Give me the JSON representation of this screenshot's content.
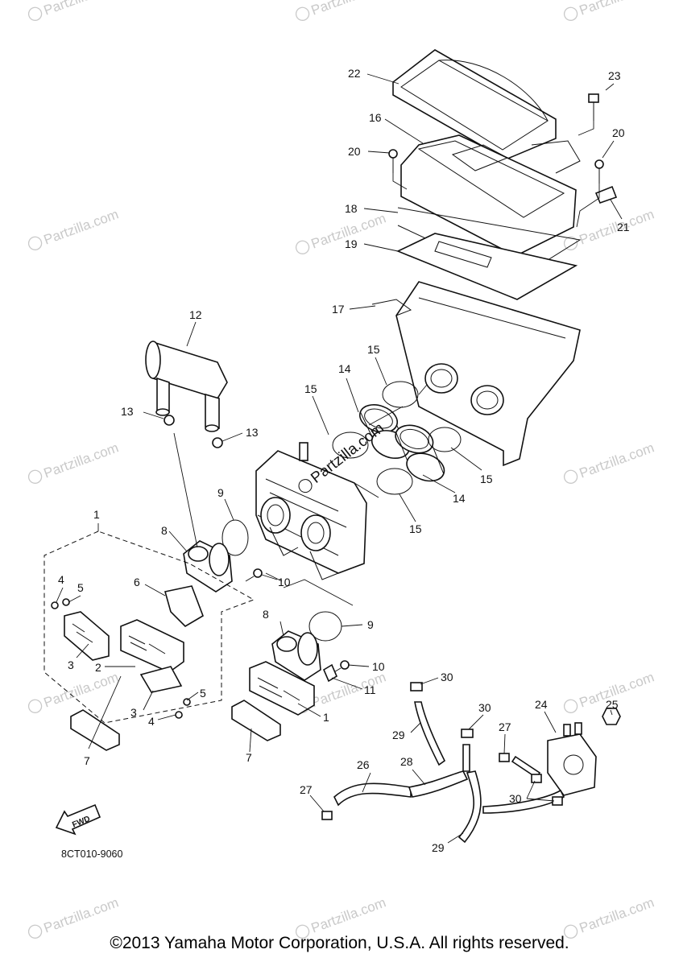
{
  "watermark": {
    "text": "Partzilla.com"
  },
  "center_watermark": {
    "text": "Partzilla.com"
  },
  "fwd_label": "FWD",
  "figure_code": "8CT010-9060",
  "copyright": "©2013 Yamaha Motor Corporation, U.S.A. All rights reserved.",
  "callouts": {
    "c1a": "1",
    "c1b": "1",
    "c2": "2",
    "c3a": "3",
    "c3b": "3",
    "c4a": "4",
    "c4b": "4",
    "c5a": "5",
    "c5b": "5",
    "c6": "6",
    "c7a": "7",
    "c7b": "7",
    "c8a": "8",
    "c8b": "8",
    "c9a": "9",
    "c9b": "9",
    "c10a": "10",
    "c10b": "10",
    "c11": "11",
    "c12": "12",
    "c13a": "13",
    "c13b": "13",
    "c14a": "14",
    "c14b": "14",
    "c15a": "15",
    "c15b": "15",
    "c15c": "15",
    "c15d": "15",
    "c16": "16",
    "c17": "17",
    "c18": "18",
    "c19": "19",
    "c20a": "20",
    "c20b": "20",
    "c21": "21",
    "c22": "22",
    "c23": "23",
    "c24": "24",
    "c25": "25",
    "c26": "26",
    "c27a": "27",
    "c27b": "27",
    "c28": "28",
    "c29a": "29",
    "c29b": "29",
    "c30a": "30",
    "c30b": "30",
    "c30c": "30"
  }
}
